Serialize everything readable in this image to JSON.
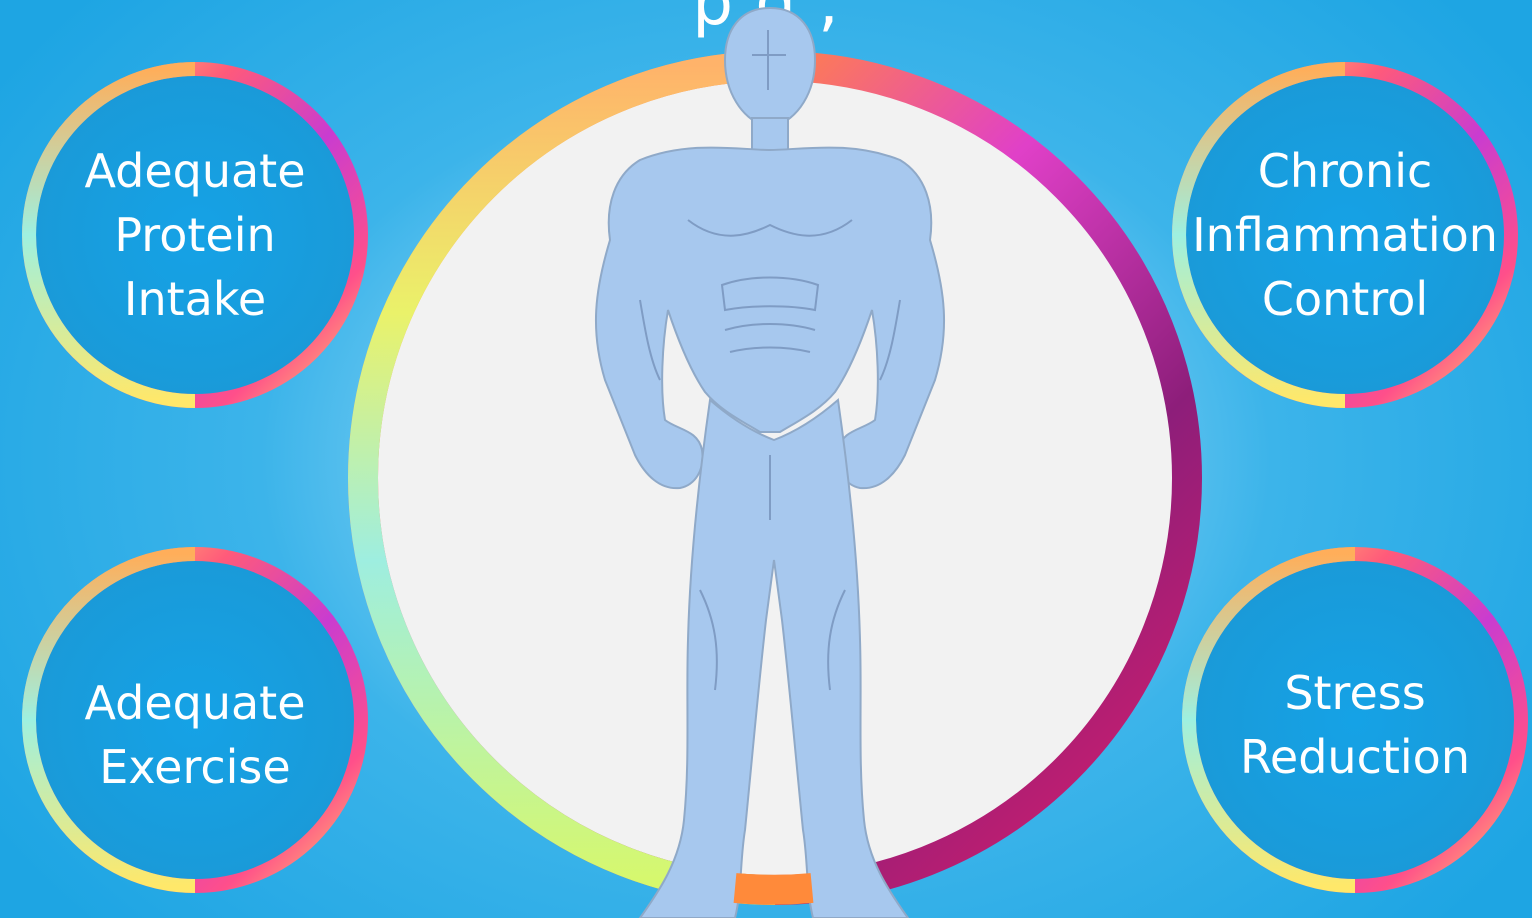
{
  "header": {
    "title_partial": "p        g                                        ,"
  },
  "factors": [
    {
      "id": "protein",
      "lines": [
        "Adequate",
        "Protein",
        "Intake"
      ]
    },
    {
      "id": "exercise",
      "lines": [
        "Adequate",
        "Exercise"
      ]
    },
    {
      "id": "inflammation",
      "lines": [
        "Chronic",
        "Inflammation",
        "Control"
      ]
    },
    {
      "id": "stress",
      "lines": [
        "Stress",
        "Reduction"
      ]
    }
  ],
  "colors": {
    "background": "#1ea5e3",
    "bubble_fill": "#1a9de0",
    "center_fill": "#f2f2f2",
    "figure_fill": "#a7c8ee",
    "ring_stops": [
      "#b9f2ec",
      "#eaf26a",
      "#ff8a4a",
      "#ff4f7a",
      "#d83cc9",
      "#8a1e78"
    ]
  },
  "icons": {
    "center": "human-body-figure-icon"
  }
}
